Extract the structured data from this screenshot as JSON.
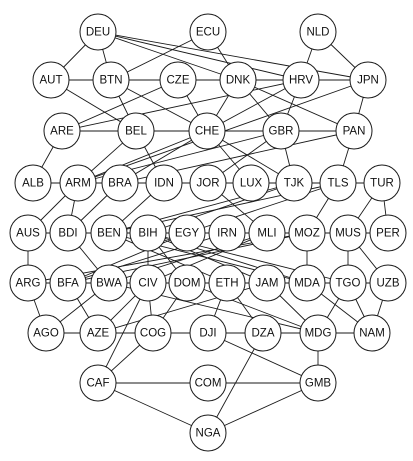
{
  "graph": {
    "nodes": [
      "DEU",
      "ECU",
      "NLD",
      "AUT",
      "BTN",
      "CZE",
      "DNK",
      "HRV",
      "JPN",
      "ARE",
      "BEL",
      "CHE",
      "GBR",
      "PAN",
      "ALB",
      "ARM",
      "BRA",
      "IDN",
      "JOR",
      "LUX",
      "TJK",
      "TLS",
      "TUR",
      "AUS",
      "BDI",
      "BEN",
      "BIH",
      "EGY",
      "IRN",
      "MLI",
      "MOZ",
      "MUS",
      "PER",
      "ARG",
      "BFA",
      "BWA",
      "CIV",
      "DOM",
      "ETH",
      "JAM",
      "MDA",
      "TGO",
      "UZB",
      "AGO",
      "AZE",
      "COG",
      "DJI",
      "DZA",
      "MDG",
      "NAM",
      "CAF",
      "COM",
      "GMB",
      "NGA"
    ],
    "edges": [
      [
        "DEU",
        "AUT"
      ],
      [
        "DEU",
        "BTN"
      ],
      [
        "DEU",
        "DNK"
      ],
      [
        "DEU",
        "HRV"
      ],
      [
        "DEU",
        "JPN"
      ],
      [
        "ECU",
        "BTN"
      ],
      [
        "ECU",
        "DNK"
      ],
      [
        "NLD",
        "HRV"
      ],
      [
        "NLD",
        "JPN"
      ],
      [
        "AUT",
        "DNK"
      ],
      [
        "AUT",
        "HRV"
      ],
      [
        "AUT",
        "BTN"
      ],
      [
        "AUT",
        "BEL"
      ],
      [
        "BTN",
        "JPN"
      ],
      [
        "BTN",
        "CHE"
      ],
      [
        "BTN",
        "BEL"
      ],
      [
        "CZE",
        "ARE"
      ],
      [
        "CZE",
        "CHE"
      ],
      [
        "CZE",
        "HRV"
      ],
      [
        "DNK",
        "JPN"
      ],
      [
        "DNK",
        "PAN"
      ],
      [
        "DNK",
        "CHE"
      ],
      [
        "DNK",
        "GBR"
      ],
      [
        "HRV",
        "ARE"
      ],
      [
        "HRV",
        "CHE"
      ],
      [
        "HRV",
        "GBR"
      ],
      [
        "HRV",
        "JPN"
      ],
      [
        "JPN",
        "PAN"
      ],
      [
        "JPN",
        "ARM"
      ],
      [
        "ARE",
        "PAN"
      ],
      [
        "ARE",
        "ALB"
      ],
      [
        "ARE",
        "BEL"
      ],
      [
        "ARE",
        "GBR"
      ],
      [
        "BEL",
        "CHE"
      ],
      [
        "BEL",
        "ARM"
      ],
      [
        "BEL",
        "IDN"
      ],
      [
        "BEL",
        "PAN"
      ],
      [
        "CHE",
        "GBR"
      ],
      [
        "CHE",
        "ARM"
      ],
      [
        "CHE",
        "TJK"
      ],
      [
        "CHE",
        "BRA"
      ],
      [
        "CHE",
        "LUX"
      ],
      [
        "GBR",
        "ARM"
      ],
      [
        "GBR",
        "JOR"
      ],
      [
        "GBR",
        "TJK"
      ],
      [
        "GBR",
        "PAN"
      ],
      [
        "PAN",
        "BRA"
      ],
      [
        "PAN",
        "TLS"
      ],
      [
        "ALB",
        "ARM"
      ],
      [
        "ALB",
        "TJK"
      ],
      [
        "ALB",
        "TLS"
      ],
      [
        "ARM",
        "BRA"
      ],
      [
        "ARM",
        "TLS"
      ],
      [
        "ARM",
        "TJK"
      ],
      [
        "ARM",
        "JOR"
      ],
      [
        "ARM",
        "AUS"
      ],
      [
        "ARM",
        "BDI"
      ],
      [
        "BRA",
        "TJK"
      ],
      [
        "BRA",
        "TLS"
      ],
      [
        "BRA",
        "BDI"
      ],
      [
        "IDN",
        "BEN"
      ],
      [
        "JOR",
        "MLI"
      ],
      [
        "TJK",
        "TLS"
      ],
      [
        "TJK",
        "BEN"
      ],
      [
        "TJK",
        "BIH"
      ],
      [
        "TLS",
        "TUR"
      ],
      [
        "TLS",
        "MOZ"
      ],
      [
        "TLS",
        "BEN"
      ],
      [
        "TLS",
        "EGY"
      ],
      [
        "TUR",
        "MUS"
      ],
      [
        "TUR",
        "PER"
      ],
      [
        "AUS",
        "BDI"
      ],
      [
        "AUS",
        "BEN"
      ],
      [
        "AUS",
        "ARG"
      ],
      [
        "AUS",
        "BIH"
      ],
      [
        "BDI",
        "BEN"
      ],
      [
        "BDI",
        "BIH"
      ],
      [
        "BDI",
        "BWA"
      ],
      [
        "BEN",
        "BIH"
      ],
      [
        "BEN",
        "EGY"
      ],
      [
        "BEN",
        "MOZ"
      ],
      [
        "BEN",
        "MUS"
      ],
      [
        "BEN",
        "ETH"
      ],
      [
        "BEN",
        "MDA"
      ],
      [
        "BIH",
        "EGY"
      ],
      [
        "BIH",
        "MLI"
      ],
      [
        "BIH",
        "MOZ"
      ],
      [
        "BIH",
        "DOM"
      ],
      [
        "BIH",
        "JAM"
      ],
      [
        "BIH",
        "MDA"
      ],
      [
        "BIH",
        "TGO"
      ],
      [
        "BIH",
        "CIV"
      ],
      [
        "EGY",
        "BFA"
      ],
      [
        "EGY",
        "MLI"
      ],
      [
        "IRN",
        "BFA"
      ],
      [
        "IRN",
        "MOZ"
      ],
      [
        "MLI",
        "MUS"
      ],
      [
        "MLI",
        "BWA"
      ],
      [
        "MLI",
        "CIV"
      ],
      [
        "MLI",
        "MOZ"
      ],
      [
        "MOZ",
        "MUS"
      ],
      [
        "MOZ",
        "MDA"
      ],
      [
        "MOZ",
        "ARG"
      ],
      [
        "MOZ",
        "BFA"
      ],
      [
        "MUS",
        "PER"
      ],
      [
        "MUS",
        "TGO"
      ],
      [
        "MUS",
        "UZB"
      ],
      [
        "ARG",
        "BFA"
      ],
      [
        "ARG",
        "AGO"
      ],
      [
        "BFA",
        "BWA"
      ],
      [
        "BFA",
        "ETH"
      ],
      [
        "BFA",
        "AZE"
      ],
      [
        "BWA",
        "CIV"
      ],
      [
        "BWA",
        "MDG"
      ],
      [
        "BWA",
        "AGO"
      ],
      [
        "CIV",
        "DOM"
      ],
      [
        "CIV",
        "AZE"
      ],
      [
        "CIV",
        "COG"
      ],
      [
        "CIV",
        "CAF"
      ],
      [
        "DOM",
        "MDG"
      ],
      [
        "DOM",
        "COG"
      ],
      [
        "ETH",
        "MDA"
      ],
      [
        "ETH",
        "DJI"
      ],
      [
        "ETH",
        "DZA"
      ],
      [
        "JAM",
        "MDA"
      ],
      [
        "JAM",
        "MDG"
      ],
      [
        "JAM",
        "AZE"
      ],
      [
        "MDA",
        "TGO"
      ],
      [
        "MDA",
        "UZB"
      ],
      [
        "MDA",
        "NAM"
      ],
      [
        "TGO",
        "UZB"
      ],
      [
        "TGO",
        "MDG"
      ],
      [
        "TGO",
        "NAM"
      ],
      [
        "UZB",
        "NAM"
      ],
      [
        "AGO",
        "AZE"
      ],
      [
        "AGO",
        "MDG"
      ],
      [
        "AZE",
        "COG"
      ],
      [
        "AZE",
        "MDG"
      ],
      [
        "AZE",
        "DZA"
      ],
      [
        "COG",
        "MDG"
      ],
      [
        "COG",
        "CAF"
      ],
      [
        "DJI",
        "MDG"
      ],
      [
        "DJI",
        "GMB"
      ],
      [
        "DZA",
        "MDG"
      ],
      [
        "DZA",
        "NGA"
      ],
      [
        "MDG",
        "NAM"
      ],
      [
        "MDG",
        "GMB"
      ],
      [
        "CAF",
        "NGA"
      ],
      [
        "CAF",
        "GMB"
      ],
      [
        "COM",
        "GMB"
      ],
      [
        "GMB",
        "NGA"
      ]
    ]
  }
}
